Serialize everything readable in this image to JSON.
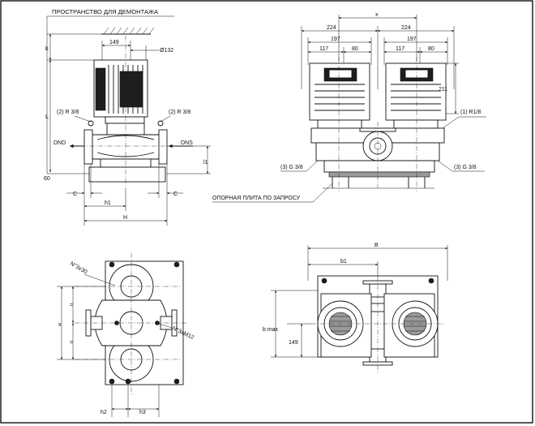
{
  "labels": {
    "service_space": "ПРОСТРАНСТВО ДЛЯ ДЕМОНТАЖА",
    "base_plate": "ОПОРНАЯ ПЛИТА ПО ЗАПРОСУ"
  },
  "side_view": {
    "dim_149": "149",
    "dim_d132": "Ø132",
    "dim_k": "k",
    "dim_L": "L",
    "port_left": "(2) R 3/8",
    "port_right": "(2) R 3/8",
    "dnd": "DND",
    "dns": "DNS",
    "dim_l1": "l1",
    "dim_60": "60",
    "dim_c_left": "C",
    "dim_c_right": "C",
    "dim_h1": "h1",
    "dim_H": "H"
  },
  "front_view": {
    "dim_x": "x",
    "dim_224_left": "224",
    "dim_224_right": "224",
    "dim_197_left": "197",
    "dim_197_right": "197",
    "dim_117_left": "117",
    "dim_80_left": "80",
    "dim_117_right": "117",
    "dim_80_right": "80",
    "dim_211": "211",
    "port_r18": "(1) R1/8",
    "port_g38_left": "(3)  G 3/8",
    "port_g38_right": "(3)  G 3/8"
  },
  "plan_view": {
    "holes_top": "N°3x30",
    "holes_right": "N°3xM12",
    "dim_x": "x",
    "dim_eq1": "=",
    "dim_eq2": "=",
    "dim_h2": "h2",
    "dim_h3": "h3"
  },
  "top_view": {
    "dim_B": "B",
    "dim_b1": "b1",
    "dim_bmax": "b max",
    "dim_149": "149"
  }
}
